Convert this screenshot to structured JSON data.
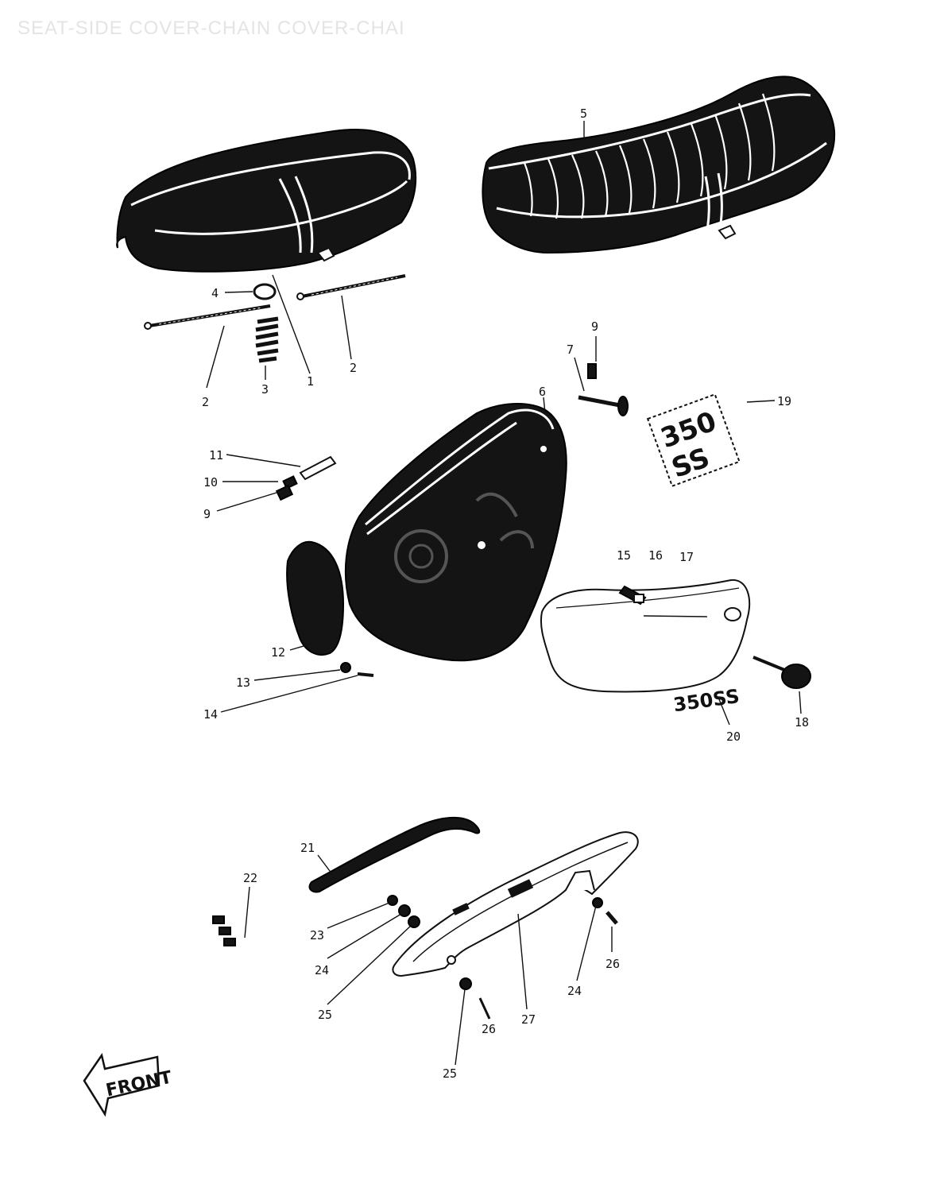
{
  "header": {
    "watermark": "SEAT-SIDE COVER-CHAIN COVER-CHAI"
  },
  "callouts": {
    "c1": "1",
    "c2a": "2",
    "c2b": "2",
    "c3": "3",
    "c4": "4",
    "c5": "5",
    "c6": "6",
    "c7": "7",
    "c9a": "9",
    "c9b": "9",
    "c10": "10",
    "c11": "11",
    "c12": "12",
    "c13": "13",
    "c14": "14",
    "c15": "15",
    "c16": "16",
    "c17": "17",
    "c18": "18",
    "c19": "19",
    "c20": "20",
    "c21": "21",
    "c22": "22",
    "c23": "23",
    "c24a": "24",
    "c24b": "24",
    "c25a": "25",
    "c25b": "25",
    "c26a": "26",
    "c26b": "26",
    "c27": "27"
  },
  "badges": {
    "emblem_top": "350",
    "emblem_mid": "SS",
    "emblem_side": "350SS"
  },
  "front_arrow": "FRONT"
}
